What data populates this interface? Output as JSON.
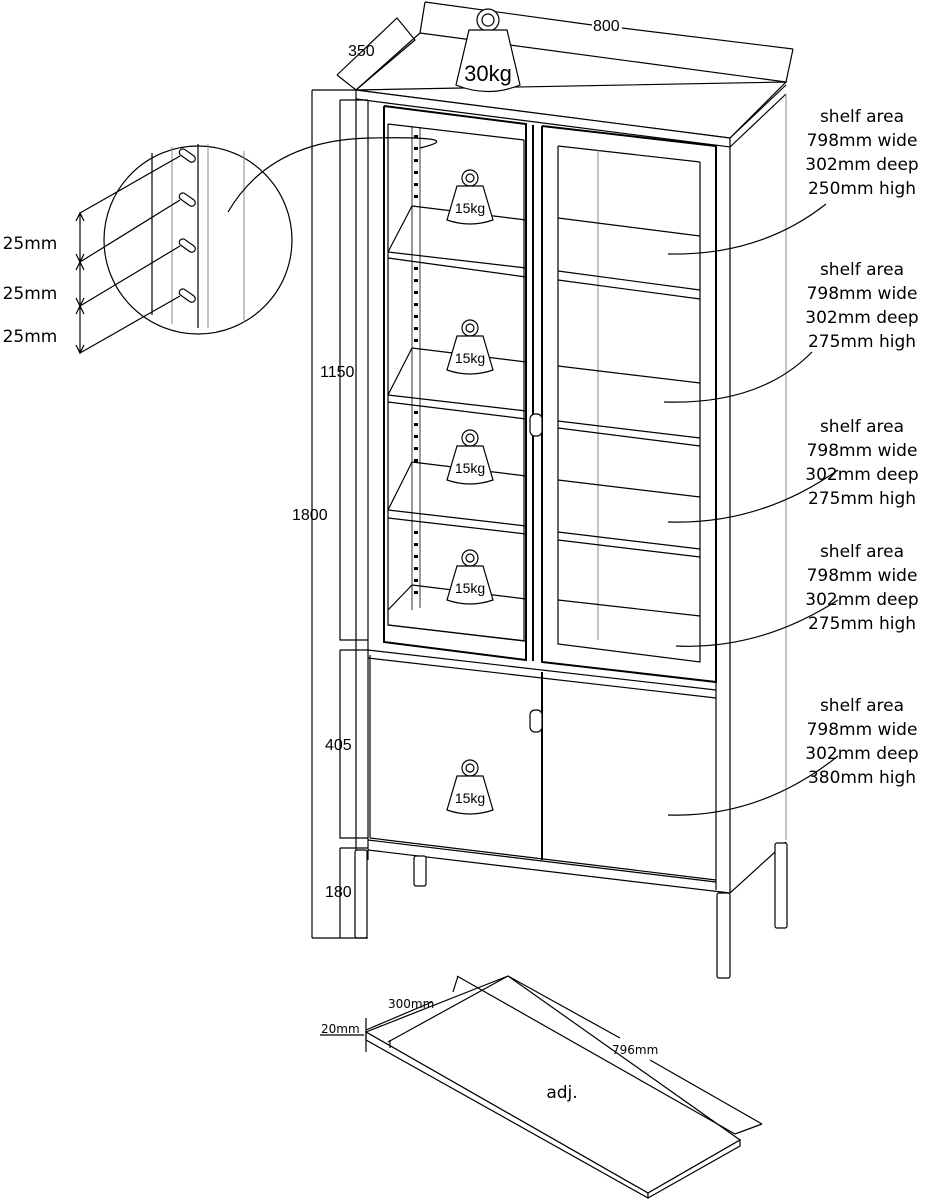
{
  "diagram": {
    "title": "Glass-door cabinet dimension drawing",
    "top_dimensions": {
      "depth": "350",
      "width": "800"
    },
    "top_load": "30kg",
    "height_dimensions": {
      "total": "1800",
      "upper": "1150",
      "lower": "405",
      "legs": "180"
    },
    "shelf_loads": [
      "15kg",
      "15kg",
      "15kg",
      "15kg",
      "15kg"
    ],
    "hole_spacing": [
      "25mm",
      "25mm",
      "25mm"
    ],
    "shelf_areas": [
      {
        "title": "shelf area",
        "wide": "798mm wide",
        "deep": "302mm deep",
        "high": "250mm high"
      },
      {
        "title": "shelf area",
        "wide": "798mm wide",
        "deep": "302mm deep",
        "high": "275mm high"
      },
      {
        "title": "shelf area",
        "wide": "798mm wide",
        "deep": "302mm deep",
        "high": "275mm high"
      },
      {
        "title": "shelf area",
        "wide": "798mm wide",
        "deep": "302mm deep",
        "high": "275mm high"
      },
      {
        "title": "shelf area",
        "wide": "798mm wide",
        "deep": "302mm deep",
        "high": "380mm high"
      }
    ],
    "loose_shelf": {
      "depth": "300mm",
      "thickness": "20mm",
      "length": "796mm",
      "label": "adj."
    }
  }
}
